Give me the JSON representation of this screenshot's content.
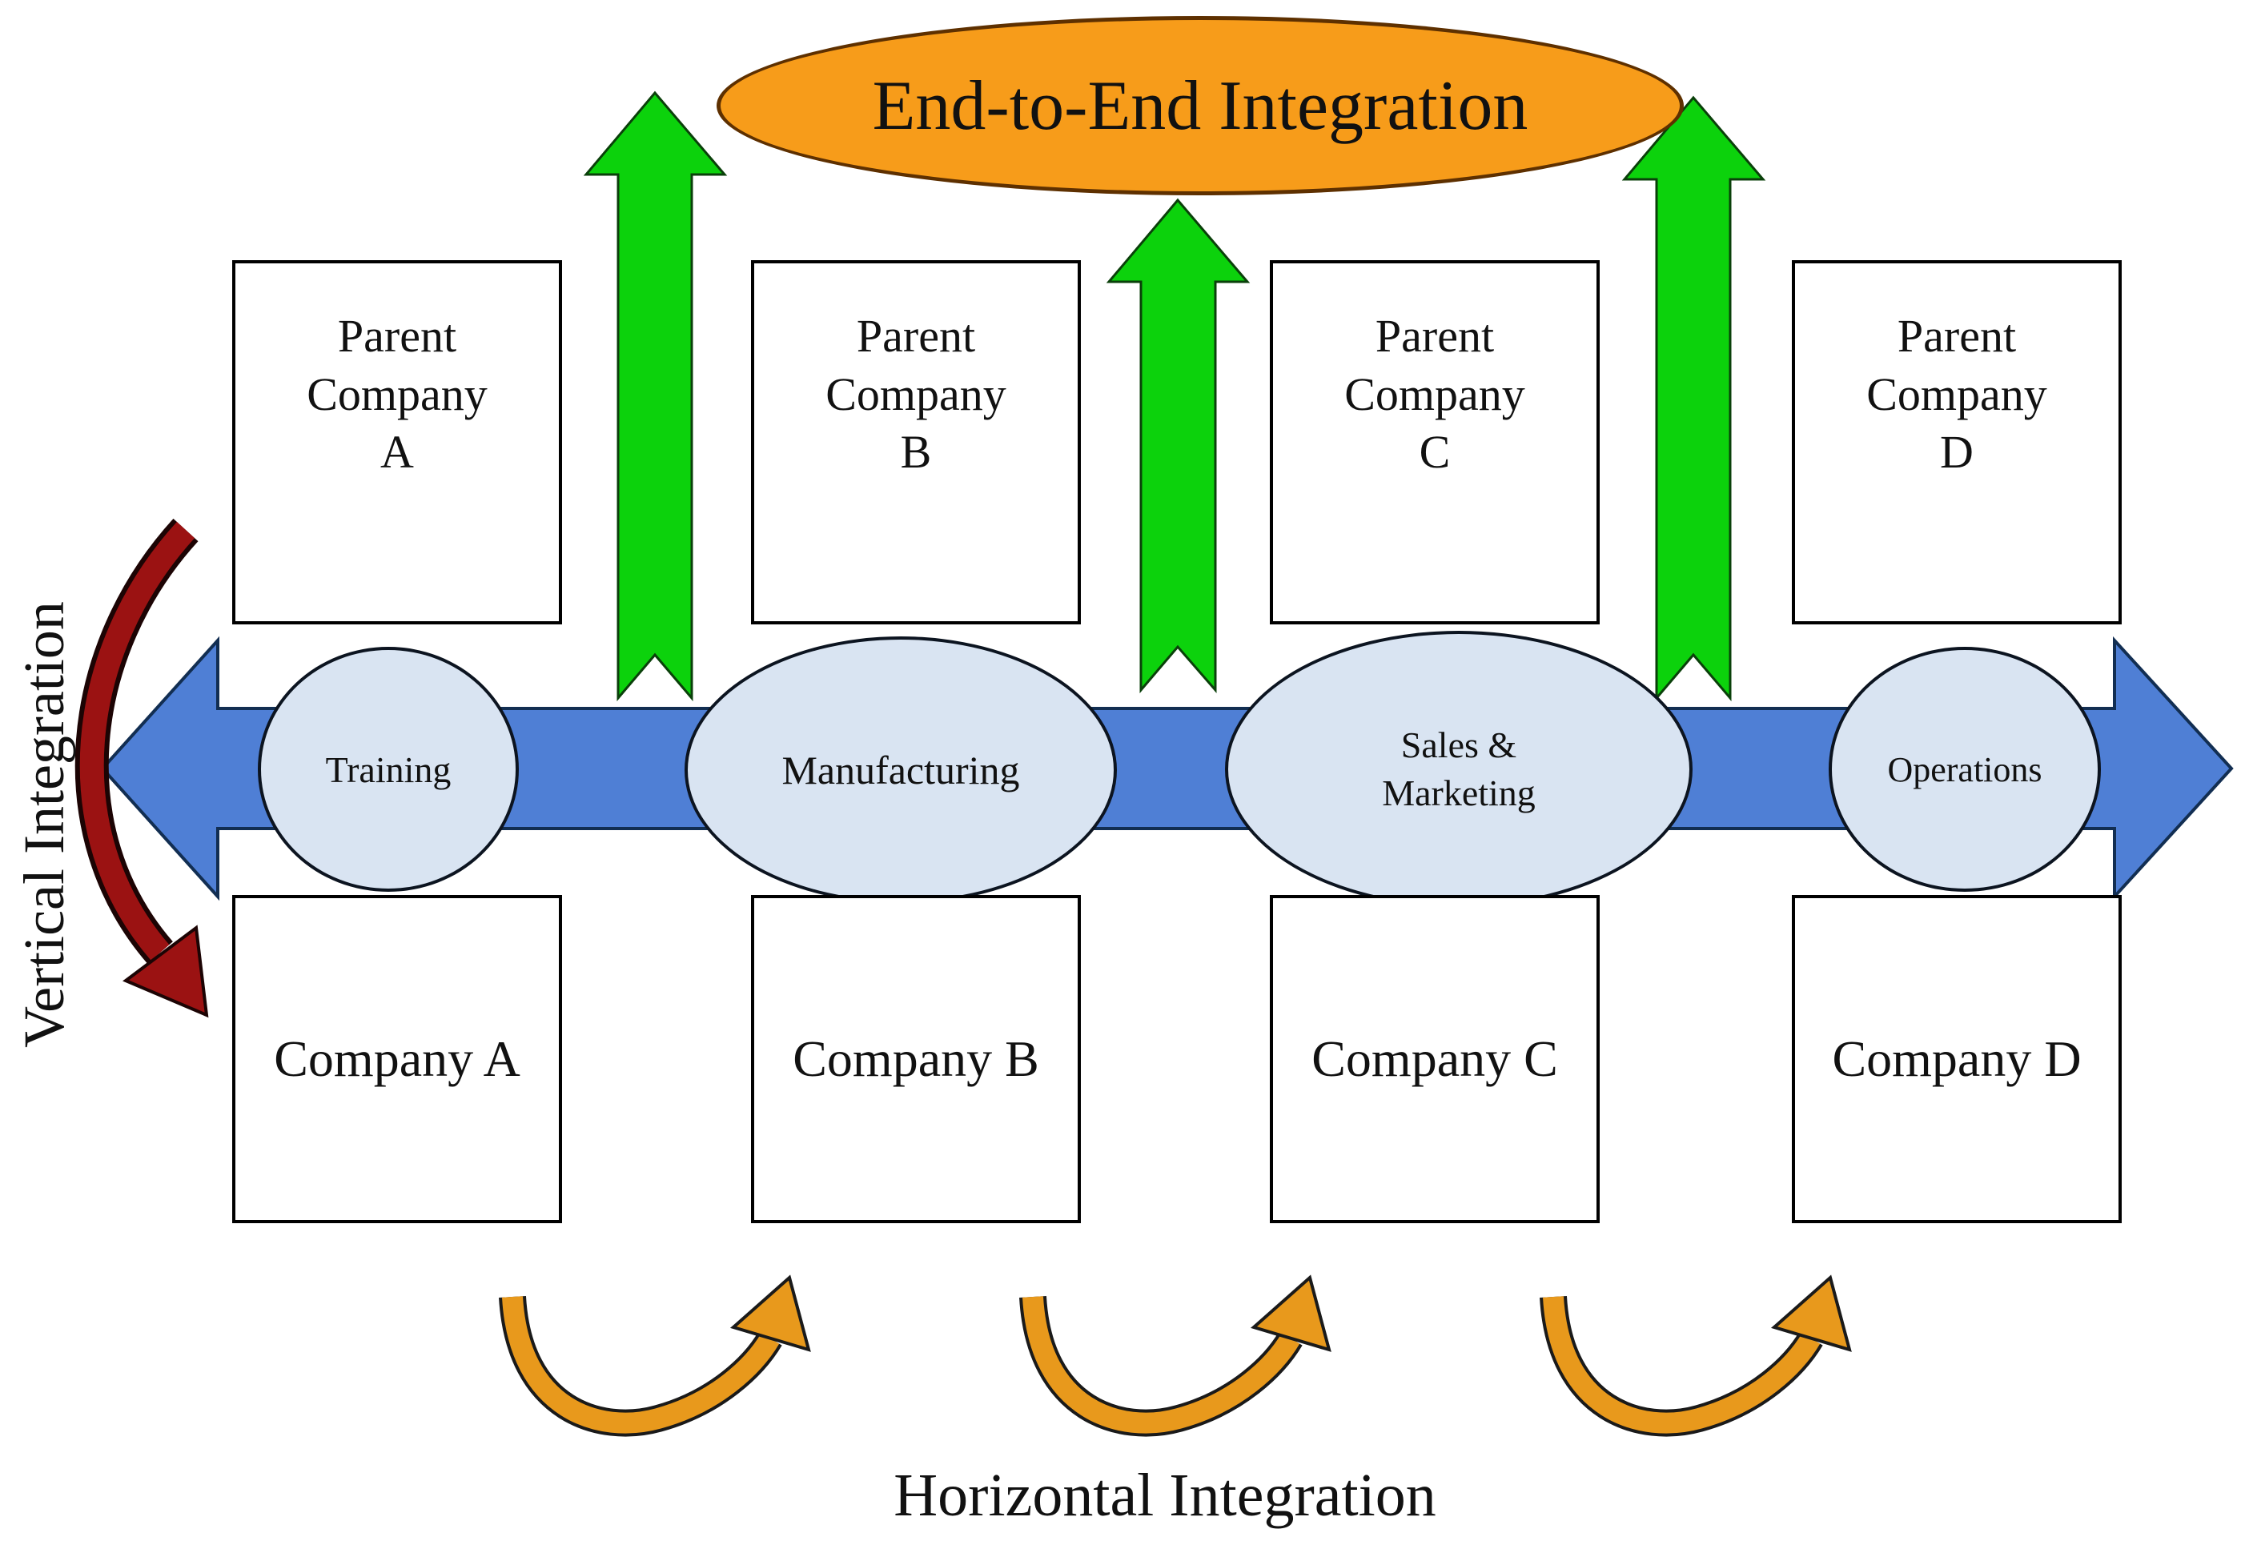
{
  "diagram_title": "End-to-End Integration",
  "top_ellipse": {
    "label": "End-to-End Integration"
  },
  "parents": [
    {
      "label": "Parent\nCompany\nA"
    },
    {
      "label": "Parent\nCompany\nB"
    },
    {
      "label": "Parent\nCompany\nC"
    },
    {
      "label": "Parent\nCompany\nD"
    }
  ],
  "companies": [
    {
      "label": "Company A"
    },
    {
      "label": "Company B"
    },
    {
      "label": "Company C"
    },
    {
      "label": "Company D"
    }
  ],
  "stages": [
    {
      "label": "Training"
    },
    {
      "label": "Manufacturing"
    },
    {
      "label": "Sales &\nMarketing"
    },
    {
      "label": "Operations"
    }
  ],
  "labels": {
    "vertical": "Vertical Integration",
    "horizontal": "Horizontal Integration"
  },
  "colors": {
    "top_ellipse_fill": "#F79C1A",
    "top_ellipse_stroke": "#5e3000",
    "stage_ellipse_fill": "#D9E4F2",
    "horizontal_flow_arrow_fill": "#4F7FD5",
    "horizontal_flow_arrow_stroke": "#122E52",
    "up_arrow_fill": "#0CD20C",
    "up_arrow_stroke": "#0A400A",
    "curved_arrow_fill": "#E8991C",
    "vertical_arrow_fill": "#9B1212",
    "outline": "#111111"
  }
}
